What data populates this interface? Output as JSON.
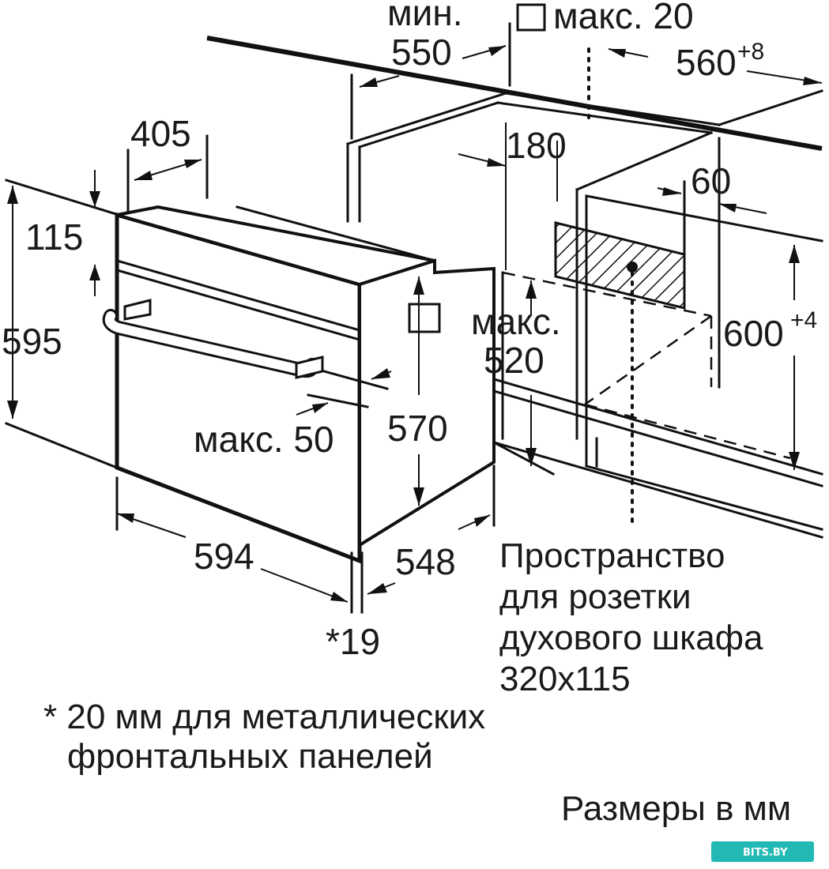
{
  "dimensions": {
    "min_label": "мин.",
    "min_depth": "550",
    "max_label_top": "макс. 20",
    "niche_width": "560",
    "niche_width_tol": "+8",
    "depth_405": "405",
    "height_180": "180",
    "width_60": "60",
    "height_115": "115",
    "height_595": "595",
    "max_label_mid": "макс.",
    "max_520": "520",
    "niche_height": "600",
    "niche_height_tol": "+4",
    "max_50": "макс. 50",
    "height_570": "570",
    "width_594": "594",
    "depth_548": "548",
    "front_19": "*19"
  },
  "socket_note": {
    "line1": "Пространство",
    "line2": "для розетки",
    "line3": "духового шкафа",
    "line4": "320x115"
  },
  "footnote": {
    "line1": "* 20 мм для металлических",
    "line2": "фронтальных панелей"
  },
  "units_note": "Размеры в мм",
  "watermark": "BITS.BY"
}
